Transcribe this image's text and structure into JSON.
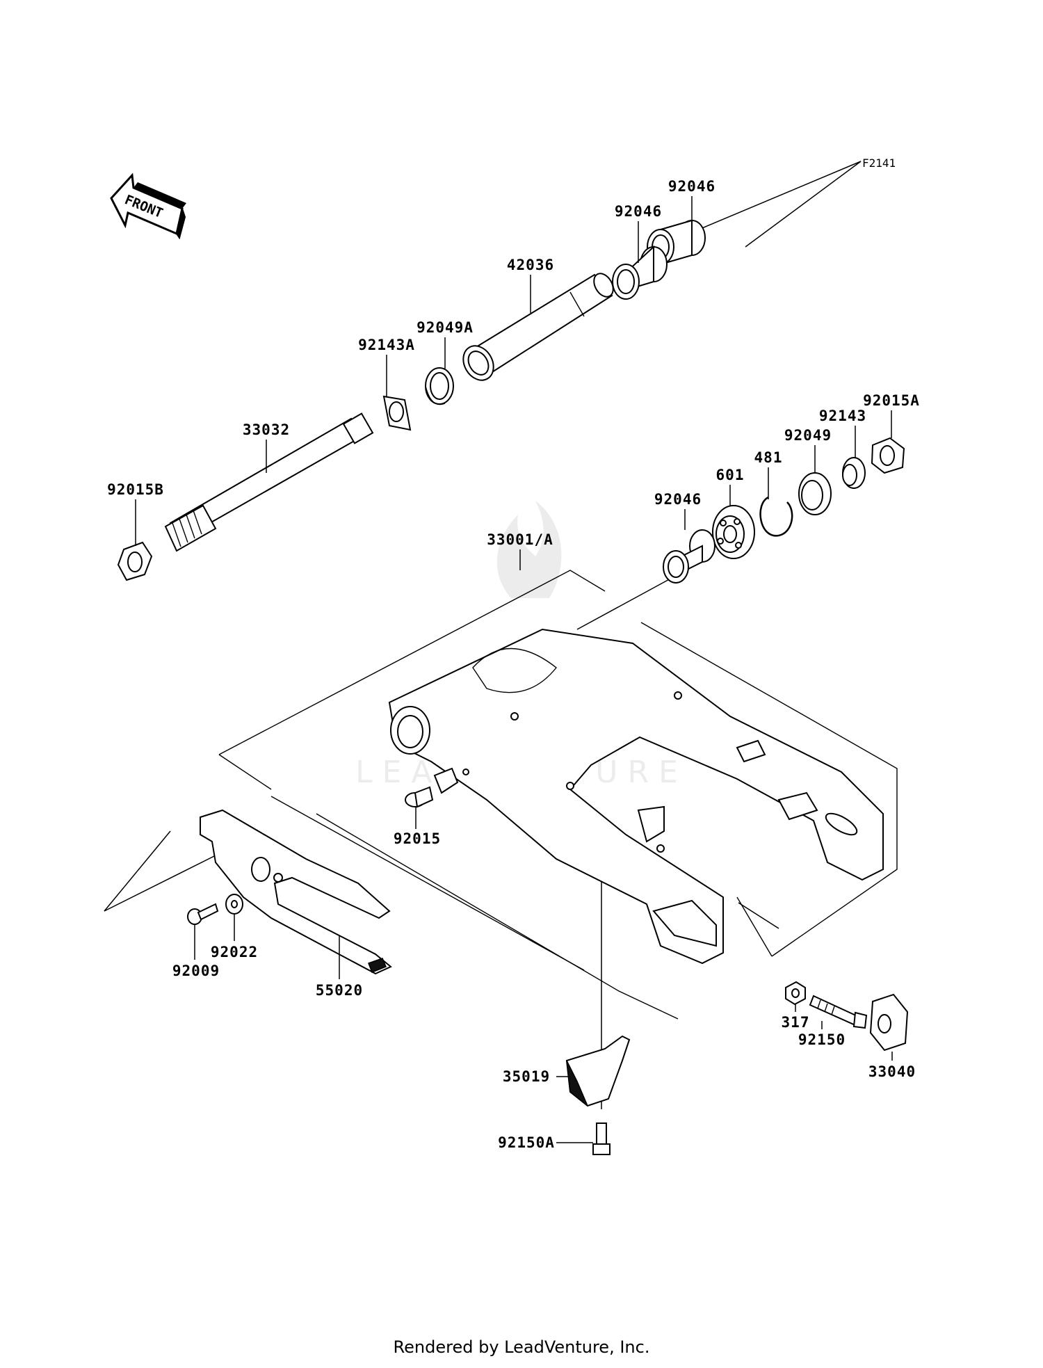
{
  "diagram": {
    "figure_id": "F2141",
    "direction_label": "FRONT",
    "watermark": "LEADVENTURE",
    "footer": "Rendered by LeadVenture, Inc.",
    "parts": [
      {
        "id": "p92046_top_a",
        "label": "92046"
      },
      {
        "id": "p92046_top_b",
        "label": "92046"
      },
      {
        "id": "p42036",
        "label": "42036"
      },
      {
        "id": "p92049A",
        "label": "92049A"
      },
      {
        "id": "p92143A",
        "label": "92143A"
      },
      {
        "id": "p33032",
        "label": "33032"
      },
      {
        "id": "p92015B",
        "label": "92015B"
      },
      {
        "id": "p92015A",
        "label": "92015A"
      },
      {
        "id": "p92143",
        "label": "92143"
      },
      {
        "id": "p92049",
        "label": "92049"
      },
      {
        "id": "p481",
        "label": "481"
      },
      {
        "id": "p601",
        "label": "601"
      },
      {
        "id": "p92046_mid",
        "label": "92046"
      },
      {
        "id": "p33001A",
        "label": "33001/A"
      },
      {
        "id": "p92015",
        "label": "92015"
      },
      {
        "id": "p92022",
        "label": "92022"
      },
      {
        "id": "p92009",
        "label": "92009"
      },
      {
        "id": "p55020",
        "label": "55020"
      },
      {
        "id": "p317",
        "label": "317"
      },
      {
        "id": "p92150",
        "label": "92150"
      },
      {
        "id": "p33040",
        "label": "33040"
      },
      {
        "id": "p35019",
        "label": "35019"
      },
      {
        "id": "p92150A",
        "label": "92150A"
      }
    ]
  }
}
